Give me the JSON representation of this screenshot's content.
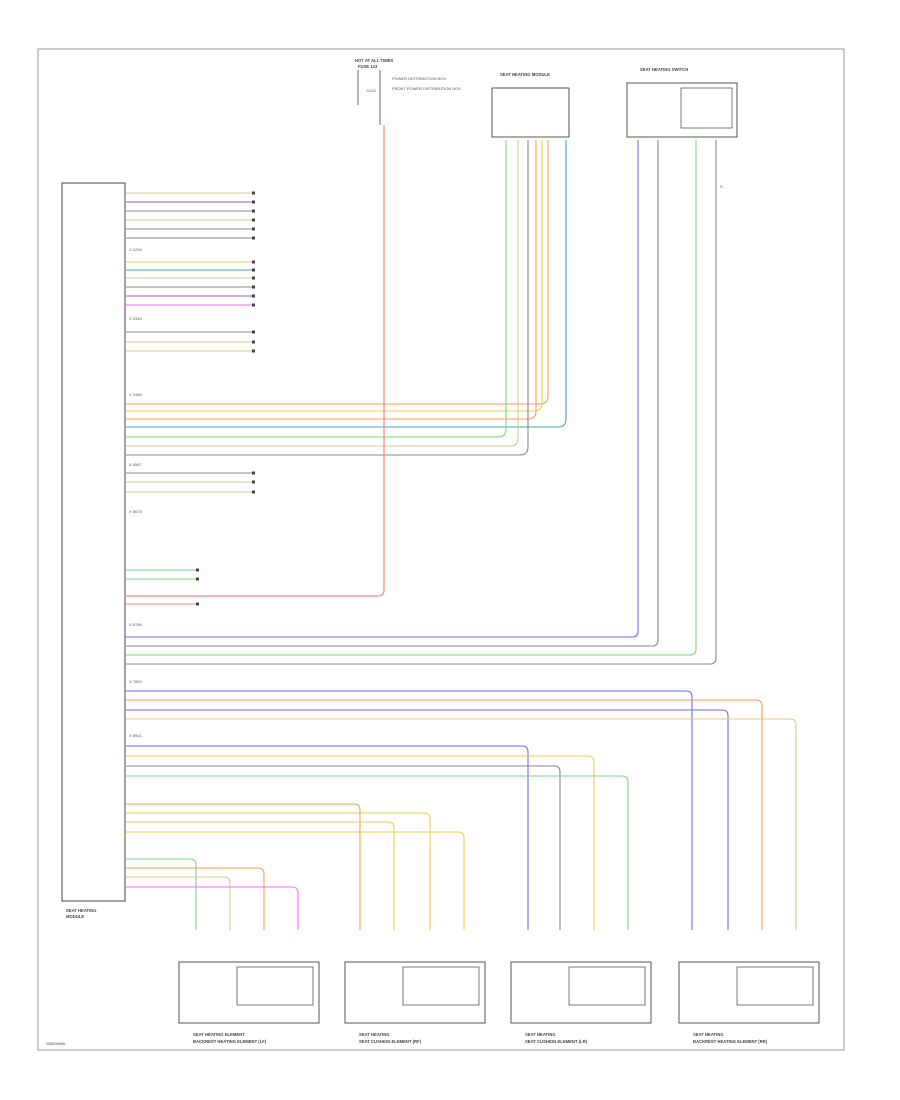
{
  "diagram": {
    "footer_code": "W0000000",
    "top_labels": {
      "fuse": "HOT AT ALL TIMES",
      "fuse_sub": "FUSE 123",
      "fuse_note": "POWER DISTRIBUTION BOX",
      "fuse_right": "FRONT POWER DISTRIBUTION BOX",
      "ground_label": "G123",
      "module1_title": "SEAT HEATING MODULE",
      "module2_title": "SEAT HEATING SWITCH",
      "s_label": "S"
    },
    "main_module": {
      "label_line1": "SEAT HEATING",
      "label_line2": "MODULE"
    },
    "bottom_modules": [
      {
        "title": "SEAT HEATING ELEMENT",
        "subtitle": "BACKREST HEATING ELEMENT (LF)",
        "icon": "seat-element-icon"
      },
      {
        "title": "SEAT HEATING",
        "subtitle": "SEAT CUSHION ELEMENT (RF)",
        "icon": "seat-element-icon"
      },
      {
        "title": "SEAT HEATING",
        "subtitle": "SEAT CUSHION ELEMENT (LR)",
        "icon": "seat-element-icon"
      },
      {
        "title": "SEAT HEATING",
        "subtitle": "BACKREST HEATING ELEMENT (RR)",
        "icon": "seat-element-icon"
      }
    ],
    "connector_groups": [
      "X 1234",
      "X 2345",
      "X 3456",
      "X 4567",
      "X 5678",
      "X 6789",
      "X 7890",
      "X 8901"
    ],
    "wire_colors": {
      "red": "#ff8080",
      "orange": "#ff9a50",
      "yellow": "#e6d24a",
      "green": "#7ed67e",
      "blue": "#6b6bff",
      "teal": "#4aa0c8",
      "gray": "#888888",
      "purple": "#9b59d0",
      "magenta": "#ff66ff",
      "tan": "#d8c890",
      "dark": "#333333"
    }
  }
}
